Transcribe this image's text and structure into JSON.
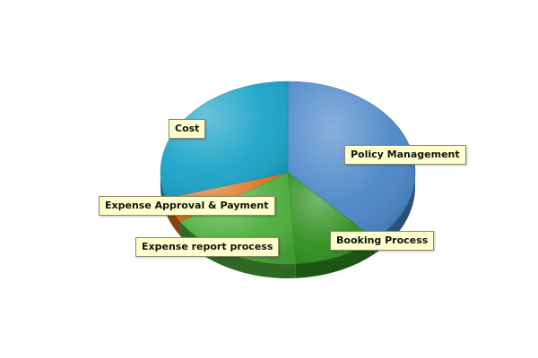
{
  "chart_data": {
    "type": "pie",
    "style": "3d",
    "legend": "none",
    "slices": [
      {
        "label": "Policy Management",
        "value": 38.0,
        "color": "#4a86c8"
      },
      {
        "label": "Booking Process",
        "value": 11.0,
        "color": "#2f8f1f"
      },
      {
        "label": "Expense report process",
        "value": 17.0,
        "color": "#4cae3a"
      },
      {
        "label": "Expense Approval & Payment",
        "value": 4.5,
        "color": "#d9731f"
      },
      {
        "label": "Cost",
        "value": 29.5,
        "color": "#1aa3c8"
      }
    ]
  }
}
